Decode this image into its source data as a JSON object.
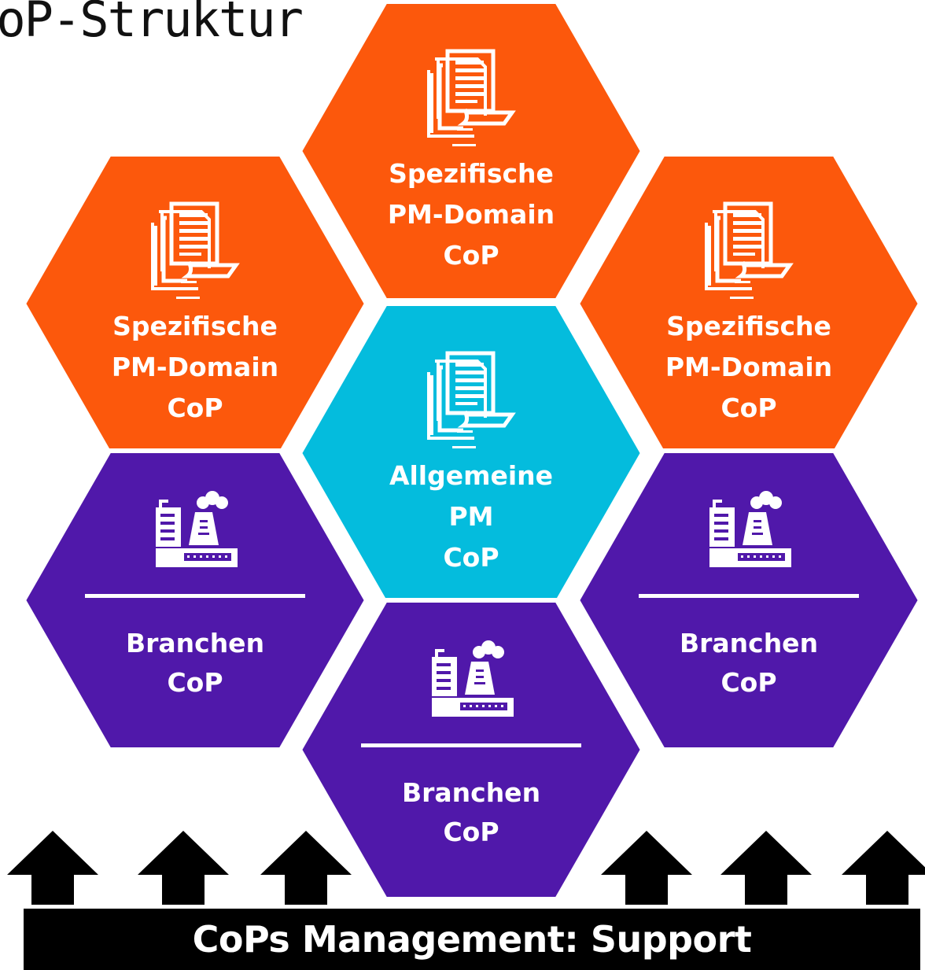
{
  "title": "CoP-Struktur",
  "colors": {
    "specific": "#FC580C",
    "general": "#04BCDD",
    "industry": "#5018AA",
    "bar": "#000000",
    "text": "#FFFFFF"
  },
  "hexagons": [
    {
      "id": "top",
      "type": "specific",
      "icon": "documents-icon",
      "lines": [
        "Spezifische",
        "PM-Domain",
        "CoP"
      ]
    },
    {
      "id": "upper-left",
      "type": "specific",
      "icon": "documents-icon",
      "lines": [
        "Spezifische",
        "PM-Domain",
        "CoP"
      ]
    },
    {
      "id": "upper-right",
      "type": "specific",
      "icon": "documents-icon",
      "lines": [
        "Spezifische",
        "PM-Domain",
        "CoP"
      ]
    },
    {
      "id": "center",
      "type": "general",
      "icon": "documents-icon",
      "lines": [
        "Allgemeine",
        "PM",
        "CoP"
      ]
    },
    {
      "id": "lower-left",
      "type": "industry",
      "icon": "factory-icon",
      "lines": [
        "Branchen",
        "CoP"
      ]
    },
    {
      "id": "lower-right",
      "type": "industry",
      "icon": "factory-icon",
      "lines": [
        "Branchen",
        "CoP"
      ]
    },
    {
      "id": "bottom",
      "type": "industry",
      "icon": "factory-icon",
      "lines": [
        "Branchen",
        "CoP"
      ]
    }
  ],
  "arrows": [
    "up-arrow-icon",
    "up-arrow-icon",
    "up-arrow-icon",
    "up-arrow-icon",
    "up-arrow-icon",
    "up-arrow-icon"
  ],
  "support_bar": {
    "label": "CoPs Management: Support"
  }
}
